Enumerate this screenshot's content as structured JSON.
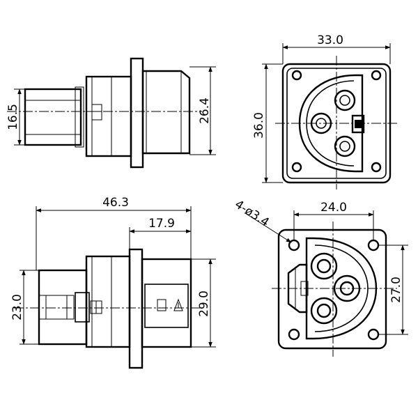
{
  "dimensions": {
    "top_left_height_small": "16.5",
    "top_left_height_large": "26.4",
    "top_right_width": "33.0",
    "top_right_height": "36.0",
    "bottom_left_total_length": "46.3",
    "bottom_left_front_length": "17.9",
    "bottom_left_height_small": "23.0",
    "bottom_left_height_large": "29.0",
    "bottom_right_holes": "4-ø3.4",
    "bottom_right_hole_spacing_x": "24.0",
    "bottom_right_hole_spacing_y": "27.0"
  }
}
